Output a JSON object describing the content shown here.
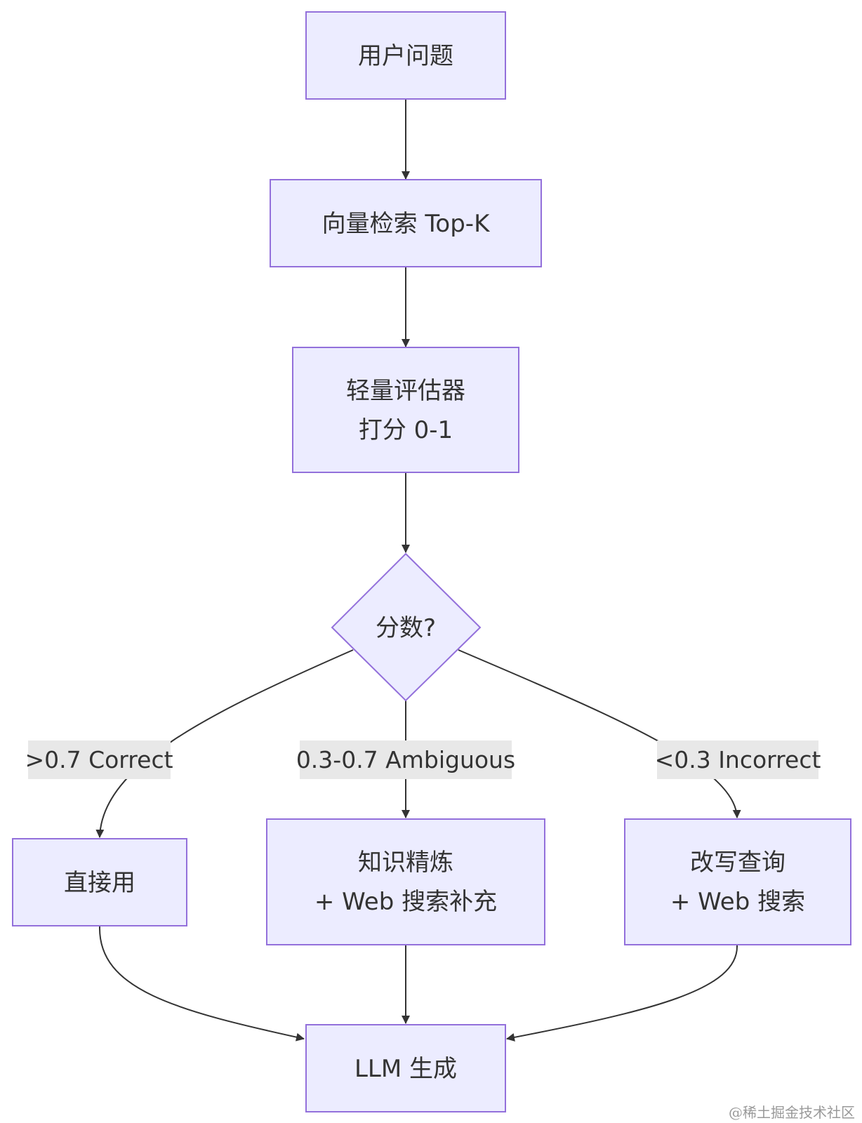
{
  "nodes": {
    "question": {
      "lines": [
        "用户问题"
      ]
    },
    "retrieve": {
      "lines": [
        "向量检索 Top-K"
      ]
    },
    "evaluator": {
      "lines": [
        "轻量评估器",
        "打分 0-1"
      ]
    },
    "decision": {
      "lines": [
        "分数?"
      ]
    },
    "direct": {
      "lines": [
        "直接用"
      ]
    },
    "refine": {
      "lines": [
        "知识精炼",
        "+ Web 搜索补充"
      ]
    },
    "rewrite": {
      "lines": [
        "改写查询",
        "+ Web 搜索"
      ]
    },
    "llm": {
      "lines": [
        "LLM 生成"
      ]
    }
  },
  "edge_labels": {
    "correct": ">0.7 Correct",
    "ambiguous": "0.3-0.7 Ambiguous",
    "incorrect": "<0.3 Incorrect"
  },
  "watermark": "@稀土掘金技术社区",
  "colors": {
    "node_fill": "#ECECFF",
    "node_stroke": "#9370DB",
    "edge": "#333333",
    "label_bg": "#e8e8e8"
  }
}
